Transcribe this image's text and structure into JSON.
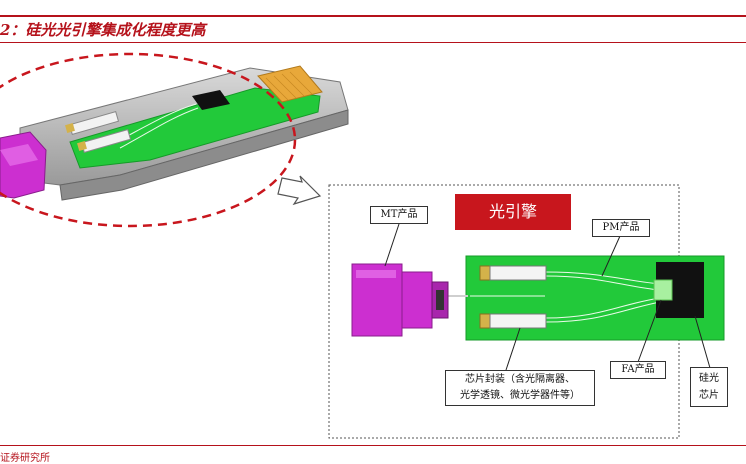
{
  "header": {
    "title": "2：硅光光引擎集成化程度更高",
    "footer": "证券研究所"
  },
  "diagram": {
    "engine_label": "光引擎",
    "mt_label": "MT产品",
    "pm_label": "PM产品",
    "fa_label": "FA产品",
    "chip_label_line1": "硅光",
    "chip_label_line2": "芯片",
    "package_line1": "芯片封装（含光隔离器、",
    "package_line2": "光学透镜、微光学器件等）"
  },
  "colors": {
    "accent_red": "#b5121b",
    "engine_red": "#c8161d",
    "pcb_green": "#22c93a",
    "mt_magenta": "#cc2fd0",
    "chip_black": "#111111",
    "fa_light_green": "#a8f0a0"
  }
}
